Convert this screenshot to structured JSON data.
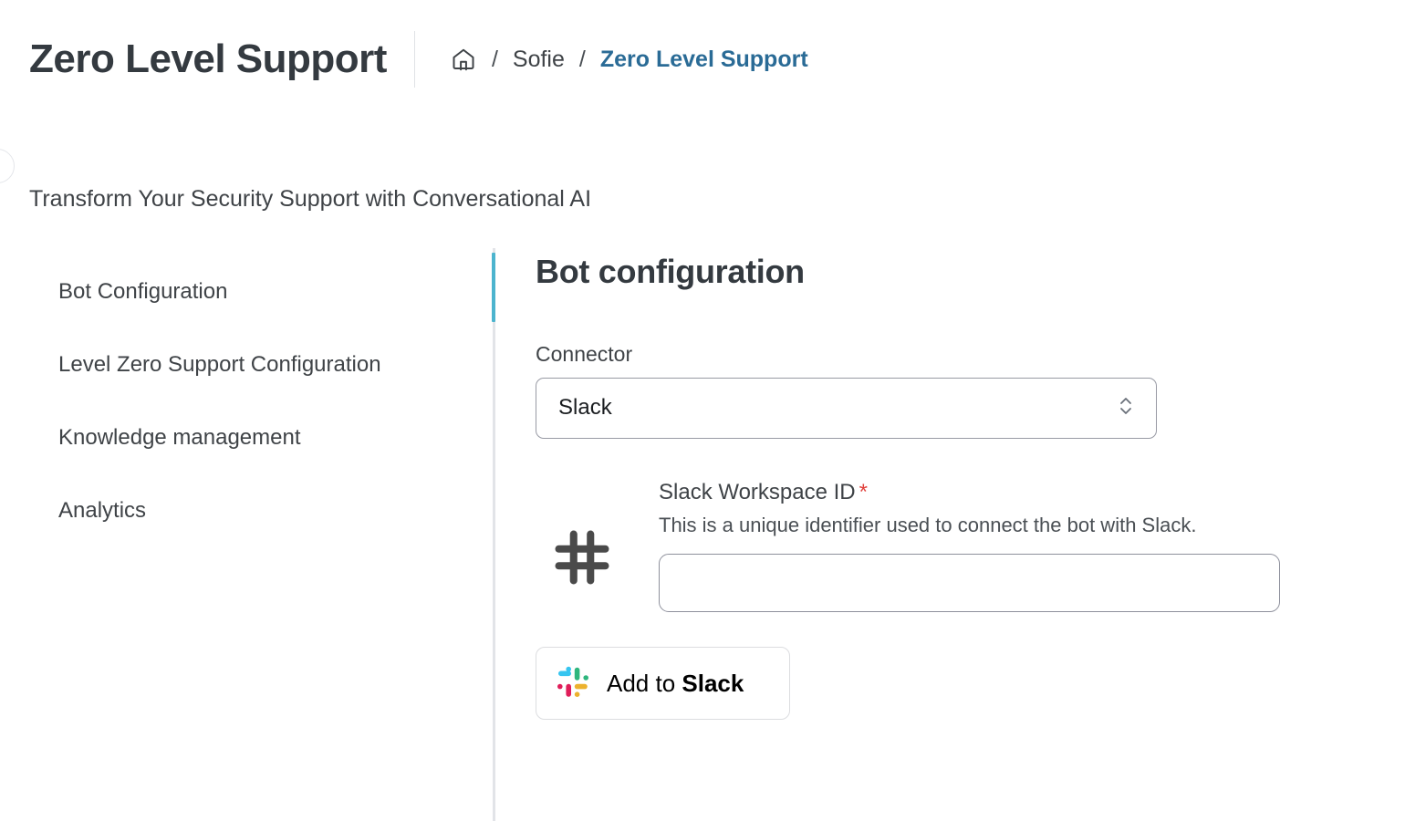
{
  "header": {
    "title": "Zero Level Support",
    "breadcrumb": {
      "home_icon": "home-icon",
      "separator": "/",
      "items": [
        {
          "label": "Sofie",
          "current": false
        },
        {
          "label": "Zero Level Support",
          "current": true
        }
      ]
    }
  },
  "subtitle": "Transform Your Security Support with Conversational AI",
  "sidebar": {
    "active_index": 0,
    "items": [
      {
        "label": "Bot Configuration"
      },
      {
        "label": "Level Zero Support Configuration"
      },
      {
        "label": "Knowledge management"
      },
      {
        "label": "Analytics"
      }
    ]
  },
  "main": {
    "section_title": "Bot configuration",
    "connector": {
      "label": "Connector",
      "selected": "Slack",
      "options": [
        "Slack"
      ],
      "chevron_icon": "chevron-up-down-icon"
    },
    "workspace": {
      "icon": "slack-mono-icon",
      "label": "Slack Workspace ID",
      "required_marker": "*",
      "description": "This is a unique identifier used to connect the bot with Slack.",
      "input_value": "",
      "input_placeholder": ""
    },
    "add_to_slack": {
      "icon": "slack-color-icon",
      "label_regular": "Add to ",
      "label_bold": "Slack"
    }
  },
  "colors": {
    "title_text": "#343a40",
    "breadcrumb_link": "#2a6b96",
    "rail_active": "#4cb4ce",
    "rail_inactive": "#e2e4e8",
    "required_star": "#e0413c",
    "slack_blue": "#36C5F0",
    "slack_green": "#2EB67D",
    "slack_yellow": "#ECB22E",
    "slack_red": "#E01E5A",
    "slack_mono": "#4a4a4a"
  }
}
